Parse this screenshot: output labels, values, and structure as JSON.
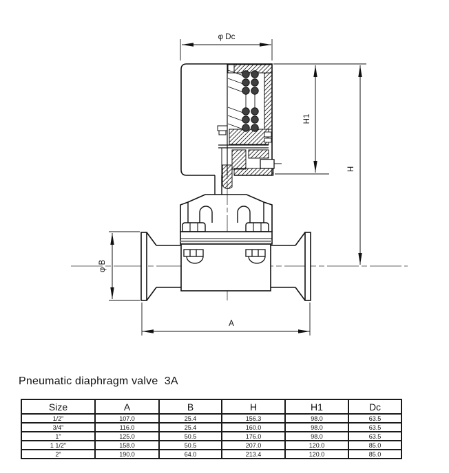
{
  "title": "Pneumatic diaphragm valve  3A",
  "drawing": {
    "labels": {
      "dc": "φ Dc",
      "h1": "H1",
      "h": "H",
      "b": "φ B",
      "a": "A"
    }
  },
  "table": {
    "headers": [
      "Size",
      "A",
      "B",
      "H",
      "H1",
      "Dc"
    ],
    "rows": [
      [
        "1/2\"",
        "107.0",
        "25.4",
        "156.3",
        "98.0",
        "63.5"
      ],
      [
        "3/4\"",
        "116.0",
        "25.4",
        "160.0",
        "98.0",
        "63.5"
      ],
      [
        "1\"",
        "125.0",
        "50.5",
        "176.0",
        "98.0",
        "63.5"
      ],
      [
        "1 1/2\"",
        "158.0",
        "50.5",
        "207.0",
        "120.0",
        "85.0"
      ],
      [
        "2\"",
        "190.0",
        "64.0",
        "213.4",
        "120.0",
        "85.0"
      ]
    ]
  }
}
